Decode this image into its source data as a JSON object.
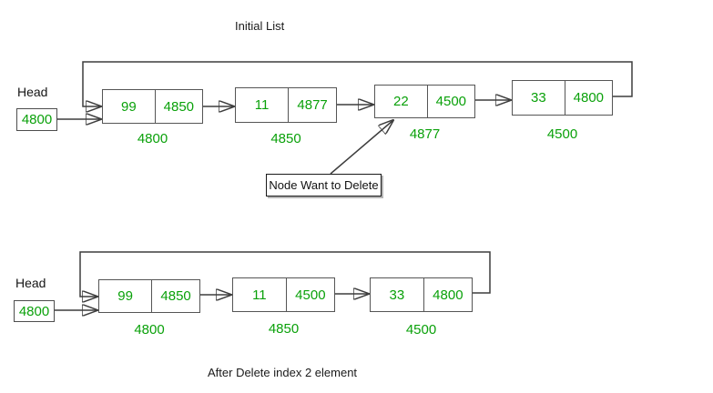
{
  "colors": {
    "value_green": "#0aa10a",
    "wire_gray": "#3d3d3d",
    "arrowhead_black": "#000000"
  },
  "initial": {
    "title": "Initial List",
    "head": {
      "label": "Head",
      "value": "4800"
    },
    "nodes": [
      {
        "value": "99",
        "next": "4850",
        "address": "4800"
      },
      {
        "value": "11",
        "next": "4877",
        "address": "4850"
      },
      {
        "value": "22",
        "next": "4500",
        "address": "4877"
      },
      {
        "value": "33",
        "next": "4800",
        "address": "4500"
      }
    ],
    "callout": "Node Want to Delete"
  },
  "after": {
    "caption": "After Delete index 2 element",
    "head": {
      "label": "Head",
      "value": "4800"
    },
    "nodes": [
      {
        "value": "99",
        "next": "4850",
        "address": "4800"
      },
      {
        "value": "11",
        "next": "4500",
        "address": "4850"
      },
      {
        "value": "33",
        "next": "4800",
        "address": "4500"
      }
    ]
  }
}
